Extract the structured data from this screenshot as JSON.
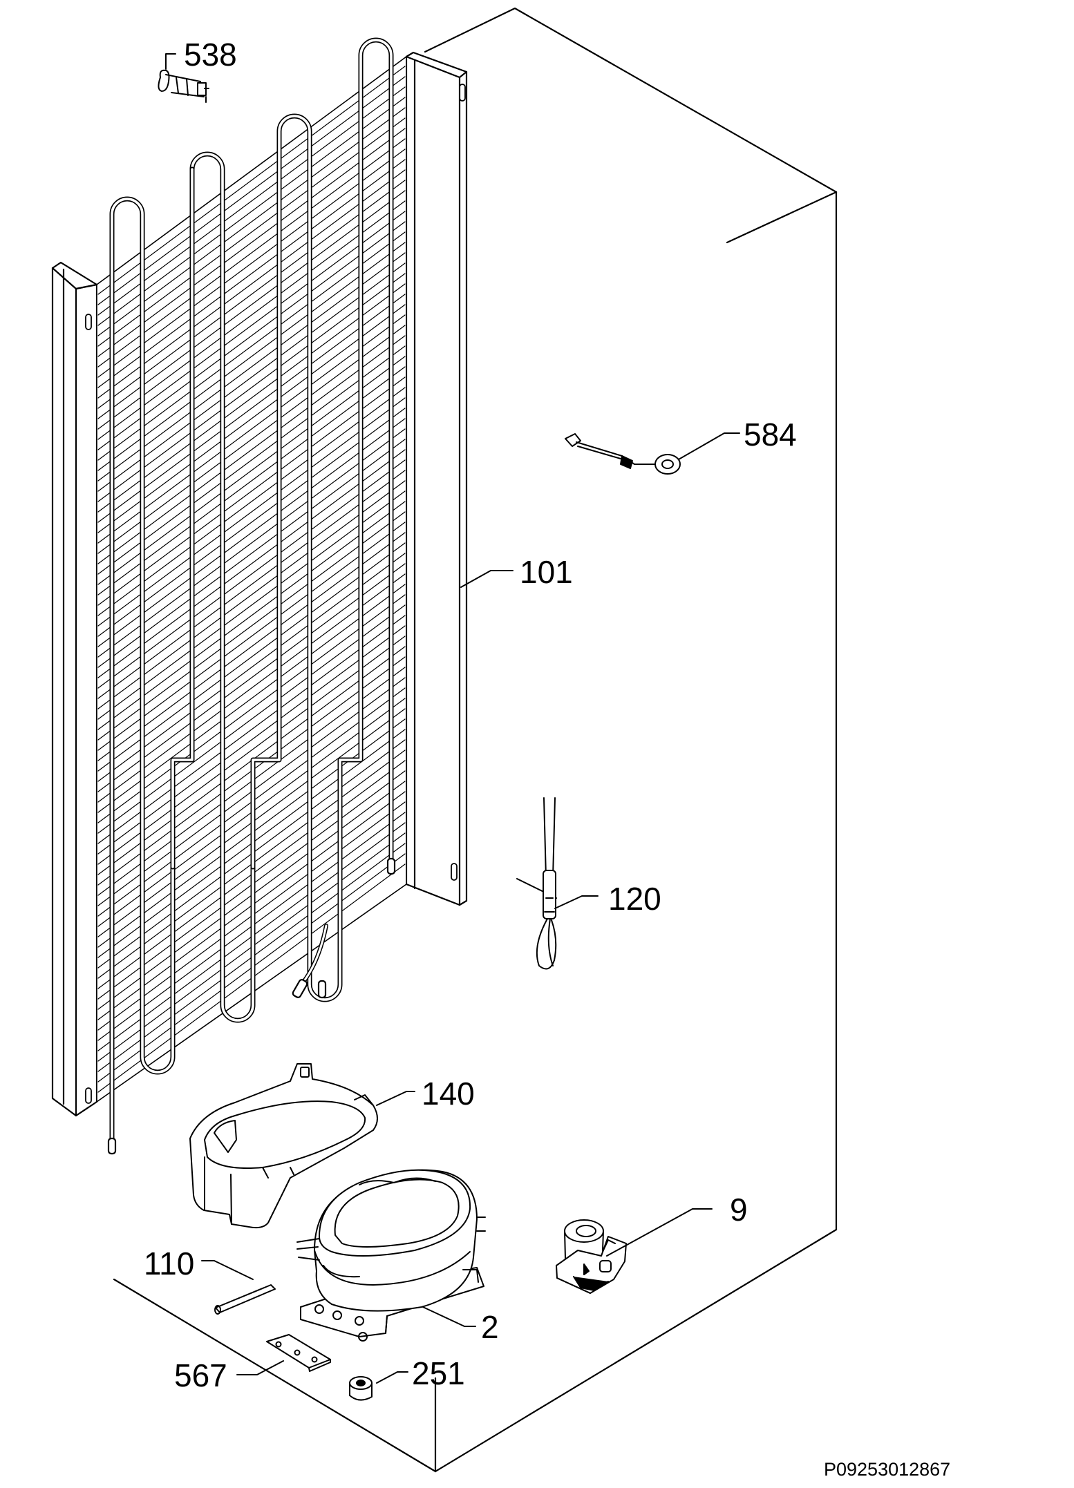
{
  "diagram": {
    "reference_code": "P09253012867",
    "parts": [
      {
        "id": "p538",
        "number": "538",
        "name": "clip-icon"
      },
      {
        "id": "p584",
        "number": "584",
        "name": "cable-grommet-icon"
      },
      {
        "id": "p101",
        "number": "101",
        "name": "condenser-icon"
      },
      {
        "id": "p120",
        "number": "120",
        "name": "dryer-filter-icon"
      },
      {
        "id": "p140",
        "number": "140",
        "name": "drip-tray-icon"
      },
      {
        "id": "p9",
        "number": "9",
        "name": "relay-icon"
      },
      {
        "id": "p110",
        "number": "110",
        "name": "tube-icon"
      },
      {
        "id": "p2",
        "number": "2",
        "name": "compressor-icon"
      },
      {
        "id": "p567",
        "number": "567",
        "name": "mounting-plate-icon"
      },
      {
        "id": "p251",
        "number": "251",
        "name": "grommet-icon"
      }
    ],
    "colors": {
      "line": "#000000",
      "background": "#ffffff"
    }
  }
}
